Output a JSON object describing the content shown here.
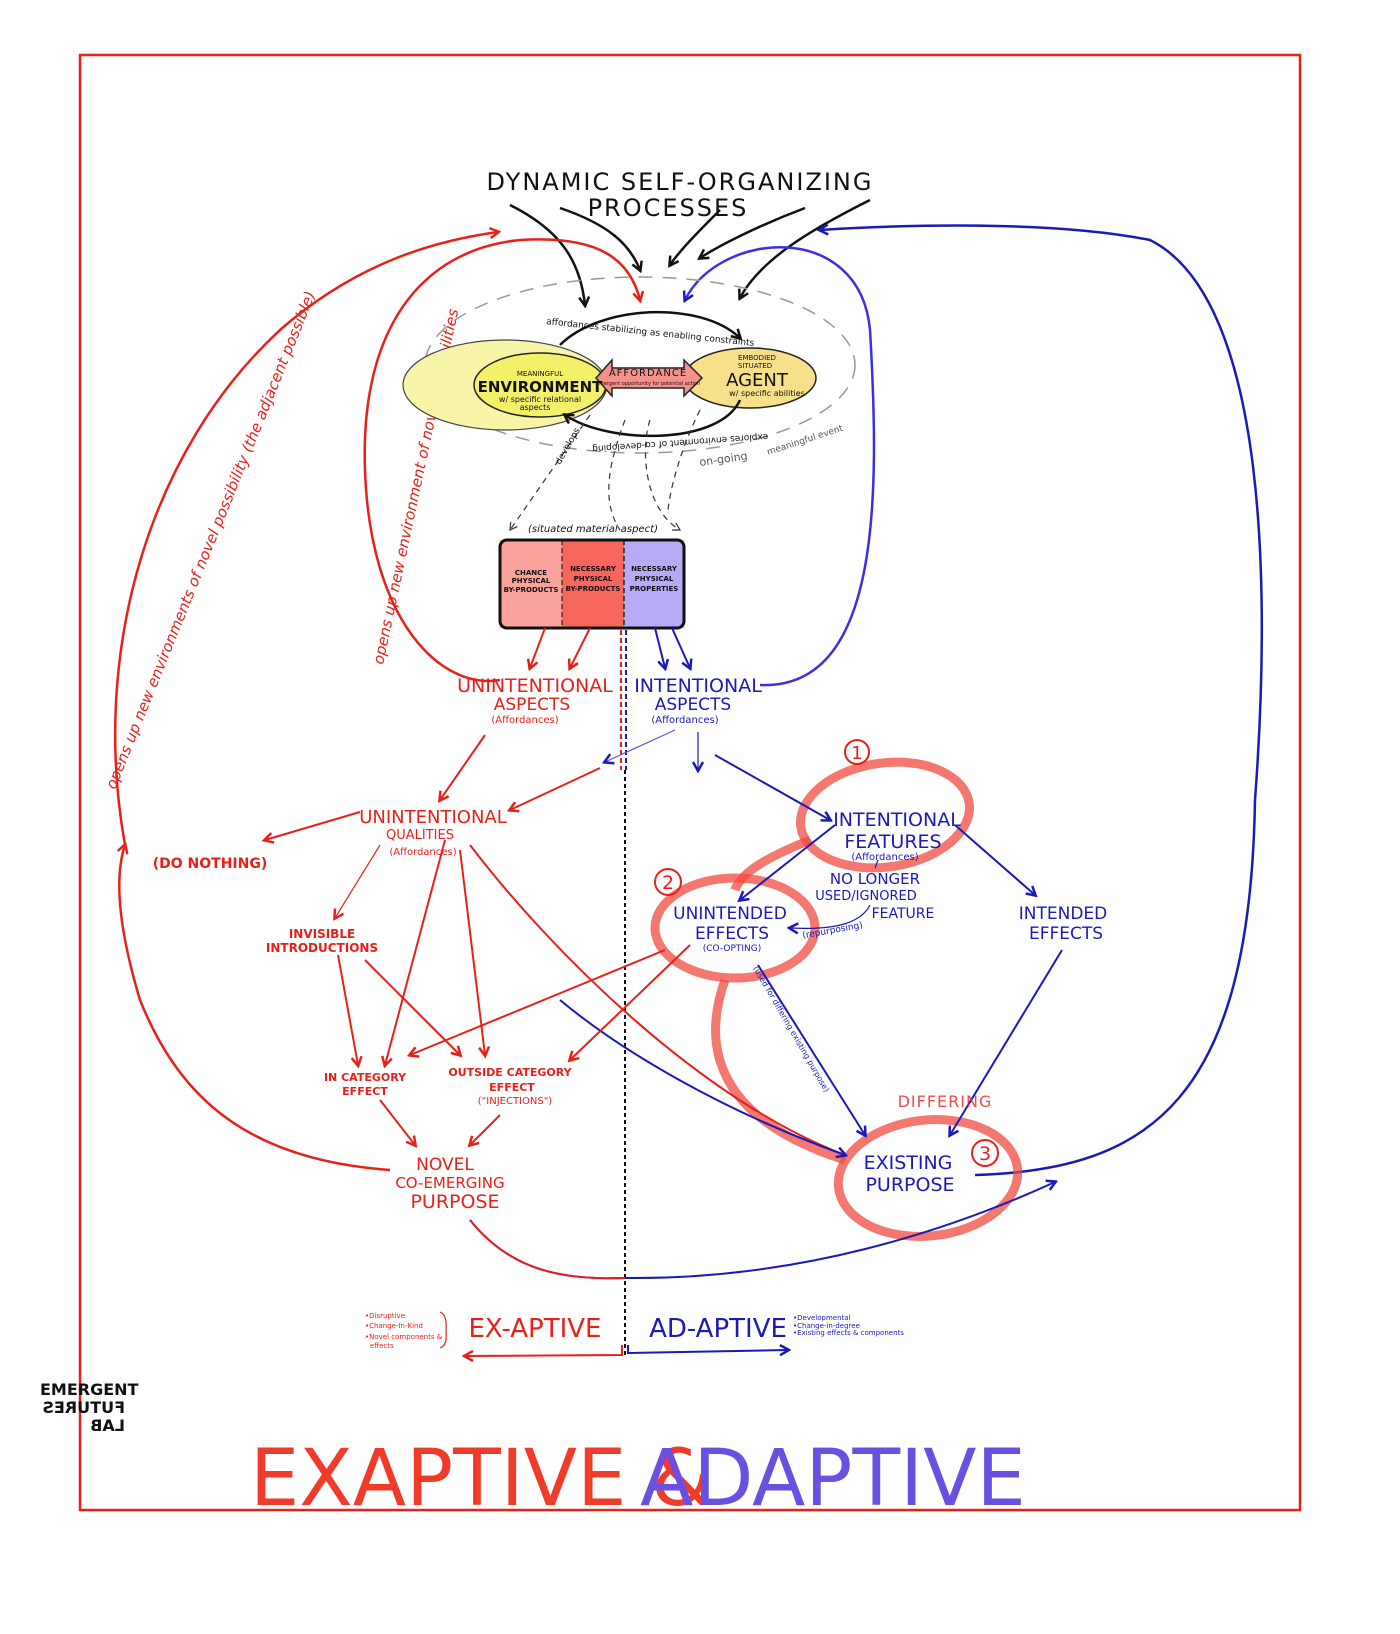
{
  "colors": {
    "red": "#e8201a",
    "blue": "#1a1ab8",
    "purple": "#6a4fe0",
    "frame": "#e8201a"
  },
  "header": {
    "line1": "DYNAMIC SELF-ORGANIZING",
    "line2": "PROCESSES"
  },
  "core": {
    "top_arc": "affordances stabilizing as enabling constraints",
    "bottom_arc": "explores environment of co-developing",
    "develops": "develops",
    "ongoing": "on-going",
    "meaningful_event": "meaningful event",
    "environment": {
      "line1": "MEANINGFUL",
      "line2": "ENVIRONMENT",
      "line3": "w/ specific relational",
      "line4": "aspects"
    },
    "affordance": {
      "title": "AFFORDANCE",
      "sub": "emergent opportunity for potential action"
    },
    "agent": {
      "line1": "EMBODIED",
      "line2": "SITUATED",
      "line3": "AGENT",
      "line4": "w/ specific abilities"
    }
  },
  "material": {
    "label": "(situated material aspect)",
    "cells": [
      {
        "l1": "CHANCE",
        "l2": "PHYSICAL",
        "l3": "BY-PRODUCTS",
        "color": "#f9a39c"
      },
      {
        "l1": "NECESSARY",
        "l2": "PHYSICAL",
        "l3": "BY-PRODUCTS",
        "color": "#f6665c"
      },
      {
        "l1": "NECESSARY",
        "l2": "PHYSICAL",
        "l3": "PROPERTIES",
        "color": "#b9aaf8"
      }
    ]
  },
  "left": {
    "unint_aspects": {
      "l1": "UNINTENTIONAL",
      "l2": "ASPECTS",
      "l3": "(Affordances)"
    },
    "unint_qualities": {
      "l1": "UNINTENTIONAL",
      "l2": "QUALITIES",
      "l3": "(Affordances)"
    },
    "do_nothing": "(DO NOTHING)",
    "invisible": {
      "l1": "INVISIBLE",
      "l2": "INTRODUCTIONS"
    },
    "in_category": {
      "l1": "IN CATEGORY",
      "l2": "EFFECT"
    },
    "outside_category": {
      "l1": "OUTSIDE CATEGORY",
      "l2": "EFFECT",
      "l3": "(\"INJECTIONS\")"
    },
    "novel": {
      "l1": "NOVEL",
      "l2": "CO-EMERGING",
      "l3": "PURPOSE"
    },
    "outer_loop_text": "opens up new environments of novel possibility (the adjacent possible)",
    "inner_loop_text": "opens up new environment of novel possibilities"
  },
  "right": {
    "int_aspects": {
      "l1": "INTENTIONAL",
      "l2": "ASPECTS",
      "l3": "(Affordances)"
    },
    "int_features": {
      "l1": "INTENTIONAL",
      "l2": "FEATURES",
      "l3": "(Affordances)"
    },
    "no_longer": {
      "l1": "NO LONGER",
      "l2": "USED/IGNORED",
      "l3": "FEATURE"
    },
    "unintended": {
      "l1": "UNINTENDED",
      "l2": "EFFECTS",
      "l3": "(CO-OPTING)"
    },
    "repurposing": "(repurposing)",
    "intended": {
      "l1": "INTENDED",
      "l2": "EFFECTS"
    },
    "existing": {
      "l1": "EXISTING",
      "l2": "PURPOSE"
    },
    "differing": "DIFFERING",
    "used_for": "(used for differing existing purpose)",
    "markers": [
      "1",
      "2",
      "3"
    ]
  },
  "bottom": {
    "exaptive": "EX-APTIVE",
    "adaptive": "AD-APTIVE",
    "ex_list": [
      "•Disruptive",
      "•Change-In-Kind",
      "•Novel components &",
      "effects"
    ],
    "ad_list": [
      "•Developmental",
      "•Change-in-degree",
      "•Existing effects & components"
    ]
  },
  "logo": {
    "l1": "EMERGENT",
    "l2": "FUTURES",
    "l3": "LAB"
  },
  "title": {
    "part1": "EXAPTIVE &",
    "part2": "ADAPTIVE"
  }
}
